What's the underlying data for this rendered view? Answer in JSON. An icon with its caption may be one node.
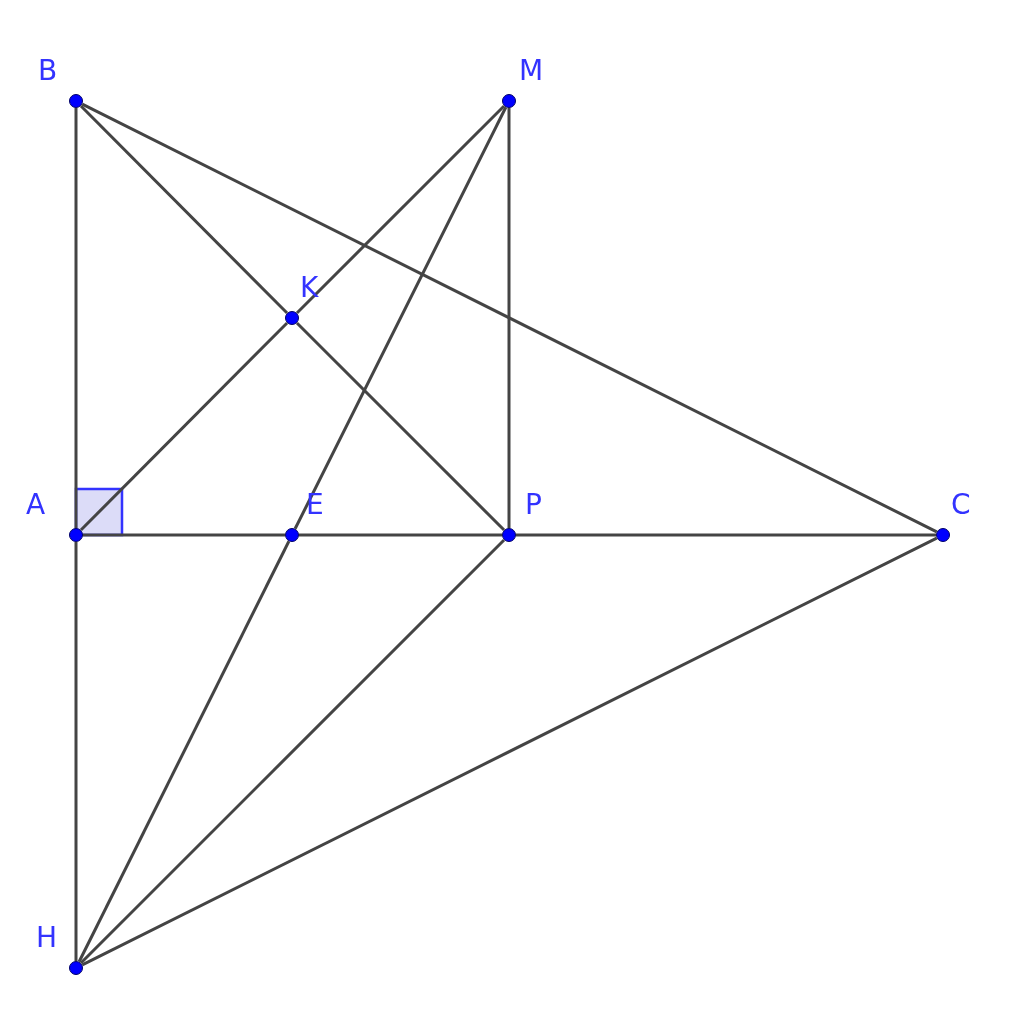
{
  "diagram": {
    "nodes": [
      {
        "text": [
          "B"
        ]
      },
      {
        "text": [
          "M"
        ]
      },
      {
        "text": [
          "K"
        ]
      },
      {
        "text": [
          "A"
        ]
      },
      {
        "text": [
          "E"
        ]
      },
      {
        "text": [
          "P"
        ]
      },
      {
        "text": [
          "C"
        ]
      },
      {
        "text": [
          "H"
        ]
      }
    ],
    "edges": [
      {
        "from": 0,
        "to": 3,
        "arrow": "none"
      },
      {
        "from": 3,
        "to": 7,
        "arrow": "none"
      },
      {
        "from": 0,
        "to": 2,
        "arrow": "none"
      },
      {
        "from": 2,
        "to": 5,
        "arrow": "none"
      },
      {
        "from": 0,
        "to": 6,
        "arrow": "none"
      },
      {
        "from": 1,
        "to": 2,
        "arrow": "none"
      },
      {
        "from": 2,
        "to": 3,
        "arrow": "none"
      },
      {
        "from": 1,
        "to": 4,
        "arrow": "none"
      },
      {
        "from": 4,
        "to": 7,
        "arrow": "none"
      },
      {
        "from": 1,
        "to": 5,
        "arrow": "none"
      },
      {
        "from": 3,
        "to": 4,
        "arrow": "none"
      },
      {
        "from": 4,
        "to": 5,
        "arrow": "none"
      },
      {
        "from": 5,
        "to": 6,
        "arrow": "none"
      },
      {
        "from": 5,
        "to": 7,
        "arrow": "none"
      },
      {
        "from": 7,
        "to": 6,
        "arrow": "none"
      }
    ]
  }
}
